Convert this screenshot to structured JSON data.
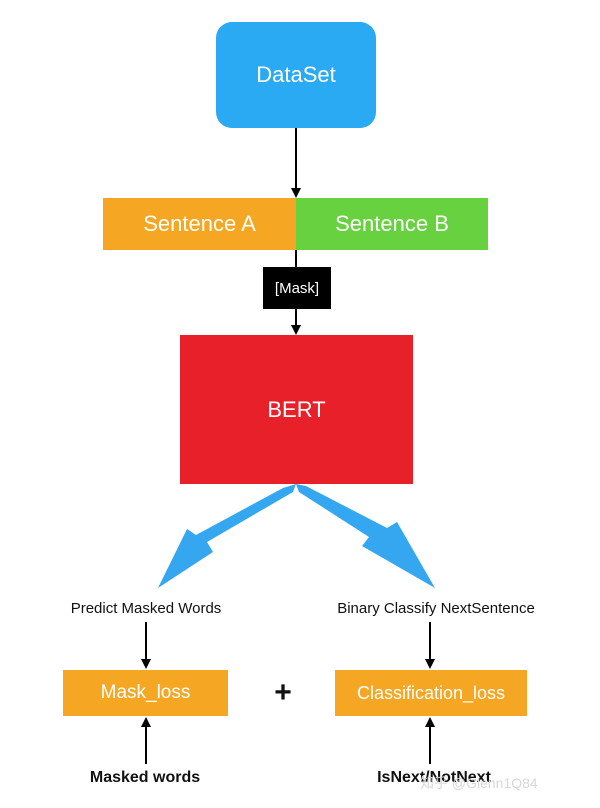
{
  "colors": {
    "dataset": "#2aaaf2",
    "sentence_a": "#f5a623",
    "sentence_b": "#68d13f",
    "mask_tag": "#000000",
    "bert": "#e8202a",
    "loss_box": "#f5a623",
    "big_arrow": "#35a7f0"
  },
  "nodes": {
    "dataset": "DataSet",
    "sentence_a": "Sentence A",
    "sentence_b": "Sentence B",
    "mask_tag": "[Mask]",
    "bert": "BERT",
    "predict_label": "Predict Masked Words",
    "binary_label": "Binary Classify NextSentence",
    "mask_loss": "Mask_loss",
    "plus": "+",
    "classification_loss": "Classification_loss",
    "masked_words": "Masked words",
    "isnext_label": "IsNext/NotNext"
  },
  "watermark": "知乎 @Glenn1Q84"
}
